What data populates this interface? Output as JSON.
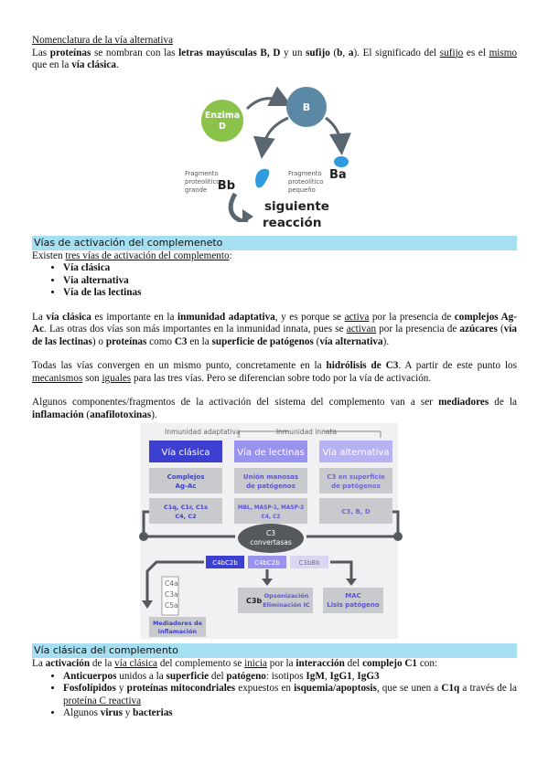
{
  "section1": {
    "title": "Nomenclatura de la vía alternativa",
    "p_parts": [
      "Las ",
      "proteínas",
      " se nombran con las ",
      "letras mayúsculas B, D",
      " y un ",
      "sufijo",
      " (",
      "b",
      ", ",
      "a",
      "). El significado del ",
      "sufijo",
      " es el ",
      "mismo",
      " que en la ",
      "vía clásica",
      "."
    ]
  },
  "diagram1": {
    "enzyme_line1": "Enzima",
    "enzyme_line2": "D",
    "b_label": "B",
    "bb_label": "Bb",
    "ba_label": "Ba",
    "frag_big": [
      "Fragmento",
      "proteolítico",
      "grande"
    ],
    "frag_small": [
      "Fragmento",
      "proteolítico",
      "pequeño"
    ],
    "next_line1": "siguiente",
    "next_line2": "reacción",
    "colors": {
      "enzyme": "#8bc34a",
      "b_node": "#5b89a5",
      "small_frag": "#2e9be0",
      "arrow": "#5a6670"
    }
  },
  "section2": {
    "heading": "Vías de activación del complemeneto",
    "intro_a": "Existen ",
    "intro_u": "tres vías de activación del complemento",
    "intro_b": ":",
    "bullets": [
      "Vía clásica",
      "Vía alternativa",
      "Vía de las lectinas"
    ],
    "p2": [
      "La ",
      "vía clásica",
      " es importante en la ",
      "inmunidad adaptativa",
      ", y es porque se ",
      "activa",
      " por la presencia de ",
      "complejos Ag-Ac",
      ". Las otras dos vías son más importantes en la inmunidad innata, pues se ",
      "activan",
      " por la presencia de ",
      "azúcares",
      " (",
      "vía de las lectinas",
      ") o ",
      "proteínas",
      " como ",
      "C3",
      " en la ",
      "superficie de patógenos",
      " (",
      "vía alternativa",
      ")."
    ],
    "p3": [
      "Todas las vías convergen en un mismo punto, concretamente en la ",
      "hidrólisis de C3",
      ". A partir de este punto los ",
      "mecanismos",
      " son ",
      "iguales",
      " para las tres vías. Pero se diferencian sobre todo por la vía de activación."
    ],
    "p4": [
      "Algunos componentes/fragmentos de la activación del sistema del complemento van a ser ",
      "mediadores",
      " de la ",
      "inflamación",
      " (",
      "anafilotoxinas",
      ")."
    ]
  },
  "diagram2": {
    "adaptive": "Inmunidad adaptativa",
    "innate": "Inmunidad innata",
    "col_titles": [
      "Vía clásica",
      "Vía de lectinas",
      "Vía alternativa"
    ],
    "row1": [
      [
        "Complejos",
        "Ag-Ac"
      ],
      [
        "Unión manosas",
        "de patógenos"
      ],
      [
        "C3 en superficie",
        "de patógenos"
      ]
    ],
    "row2": [
      [
        "C1q, C1r, C1s",
        "C4, C2"
      ],
      [
        "MBL, MASP-1, MASP-2",
        "C4, C2"
      ],
      [
        "C3, B, D"
      ]
    ],
    "convertase": [
      "C3",
      "convertasas"
    ],
    "c4bc2b_1": "C4bC2b",
    "c4bc2b_2": "C4bC2b",
    "c3bbb": "C3bBb",
    "anaph": [
      "C4a",
      "C3a",
      "C5a"
    ],
    "mediators": [
      "Mediadores de",
      "inflamación"
    ],
    "c3b": "C3b",
    "opson": [
      "Opsonización",
      "Eliminación IC"
    ],
    "mac": [
      "MAC",
      "Lisis patógeno"
    ],
    "colors": {
      "classic": "#3d3fd1",
      "lectin": "#9a93ee",
      "alt": "#b7b3f2",
      "grey": "#c9cacd",
      "dark": "#55585c"
    }
  },
  "section3": {
    "heading": "Vía clásica del complemento",
    "p1": [
      "La ",
      "activación",
      " de la ",
      "vía clásica",
      " del complemento se ",
      "inicia",
      " por la ",
      "interacción",
      " del ",
      "complejo C1",
      " con:"
    ],
    "b1": [
      "Anticuerpos",
      " unidos a la ",
      "superficie",
      " del ",
      "patógeno",
      ": isotipos ",
      "IgM",
      ", ",
      "IgG1",
      ", ",
      "IgG3"
    ],
    "b2": [
      "Fosfolípidos",
      " y ",
      "proteínas mitocondriales",
      " expuestos en ",
      "isquemia/apoptosis",
      ", que se unen a ",
      "C1q",
      " a través de la ",
      "proteína C reactiva"
    ],
    "b3": [
      "Algunos ",
      "virus",
      " y ",
      "bacterias"
    ]
  }
}
